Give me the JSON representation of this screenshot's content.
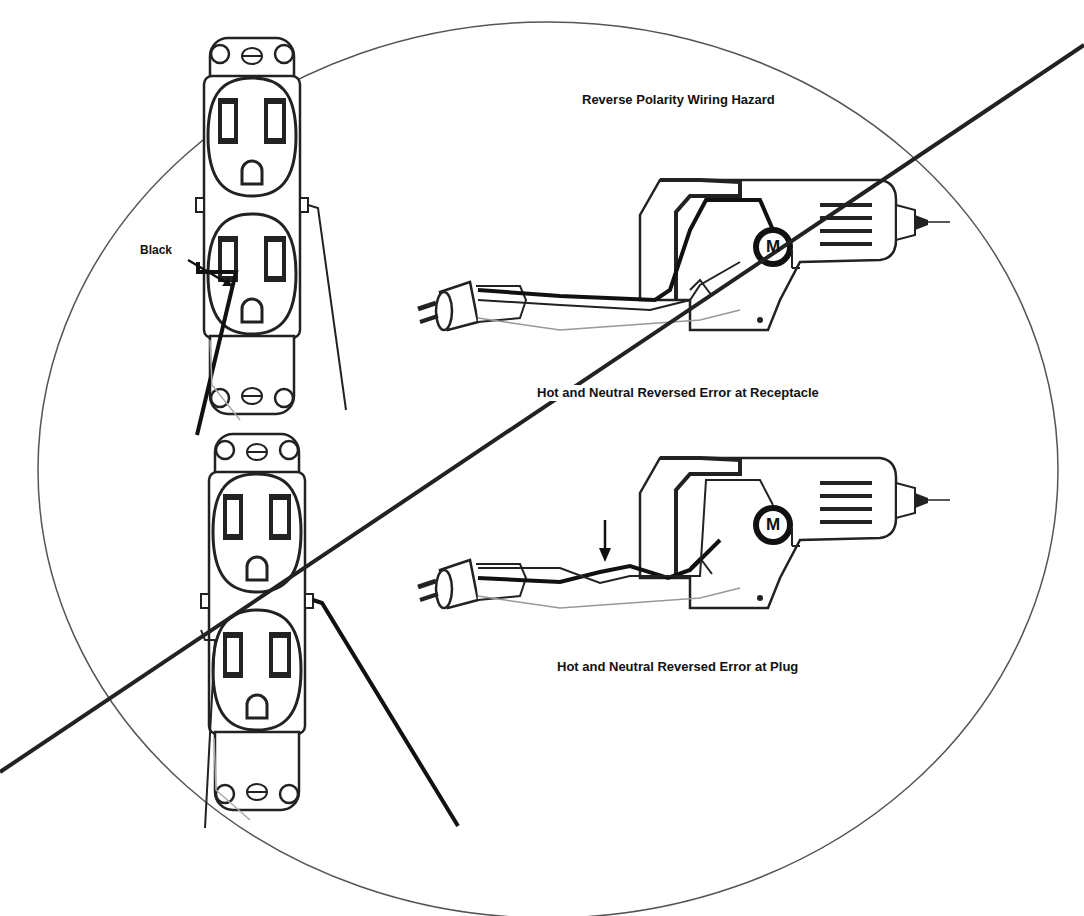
{
  "diagram": {
    "title": "Reverse Polarity Wiring Hazard",
    "labels": [
      "Black",
      "Hot and Neutral Reversed Error at Receptacle",
      "Hot and Neutral Reversed Error at Plug",
      "M",
      "M"
    ]
  }
}
